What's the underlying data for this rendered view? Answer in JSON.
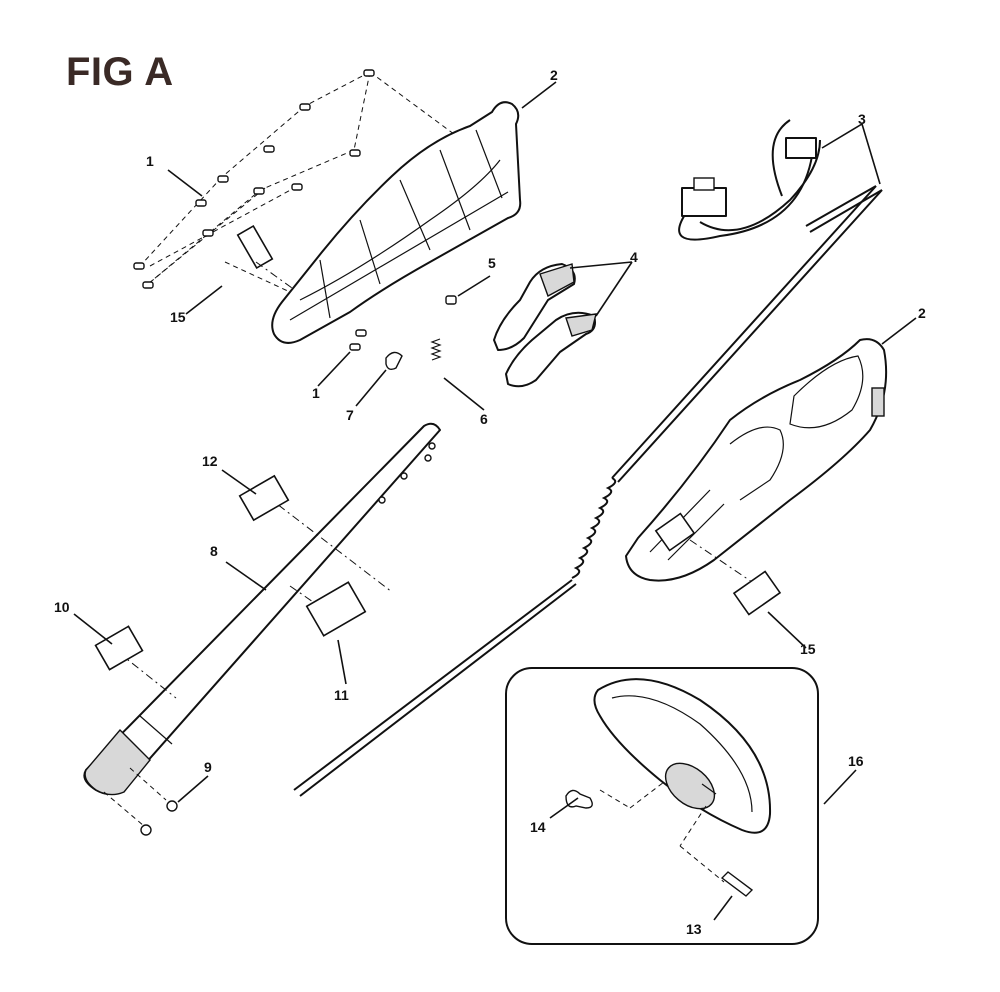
{
  "figure": {
    "title": "FIG A"
  },
  "callouts": [
    {
      "id": "c1a",
      "text": "1"
    },
    {
      "id": "c2a",
      "text": "2"
    },
    {
      "id": "c3",
      "text": "3"
    },
    {
      "id": "c4",
      "text": "4"
    },
    {
      "id": "c5",
      "text": "5"
    },
    {
      "id": "c15a",
      "text": "15"
    },
    {
      "id": "c1b",
      "text": "1"
    },
    {
      "id": "c7",
      "text": "7"
    },
    {
      "id": "c6",
      "text": "6"
    },
    {
      "id": "c2b",
      "text": "2"
    },
    {
      "id": "c12",
      "text": "12"
    },
    {
      "id": "c8",
      "text": "8"
    },
    {
      "id": "c10",
      "text": "10"
    },
    {
      "id": "c11",
      "text": "11"
    },
    {
      "id": "c9",
      "text": "9"
    },
    {
      "id": "c15b",
      "text": "15"
    },
    {
      "id": "c16",
      "text": "16"
    },
    {
      "id": "c14",
      "text": "14"
    },
    {
      "id": "c13",
      "text": "13"
    }
  ]
}
